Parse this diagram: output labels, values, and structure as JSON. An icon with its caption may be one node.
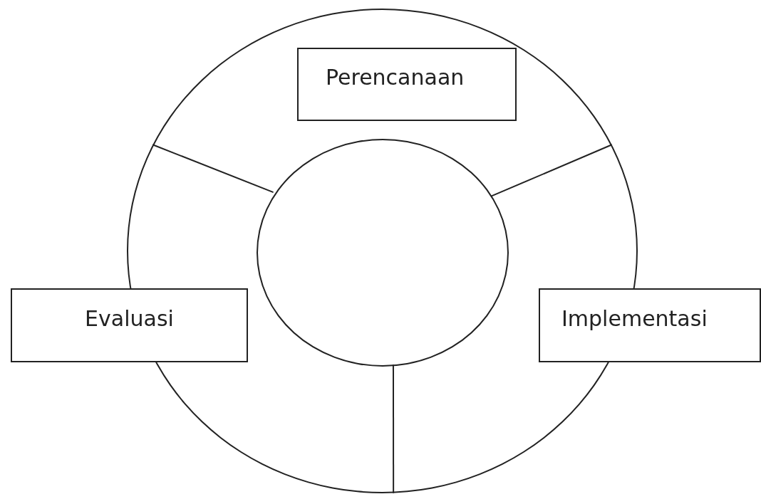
{
  "diagram": {
    "nodes": [
      {
        "text": [],
        "shape": "circle"
      },
      {
        "text": [
          "Perencanaan"
        ],
        "in": 0
      },
      {
        "text": [],
        "shape": "circle",
        "in": 0
      },
      {
        "text": [
          "Evaluasi"
        ]
      },
      {
        "text": [
          "Implementasi"
        ]
      }
    ],
    "edges": [
      {
        "from": 2,
        "to": 0,
        "arrow": "none"
      },
      {
        "from": 2,
        "to": 0,
        "arrow": "none"
      },
      {
        "from": 2,
        "to": 0,
        "arrow": "none"
      }
    ]
  }
}
